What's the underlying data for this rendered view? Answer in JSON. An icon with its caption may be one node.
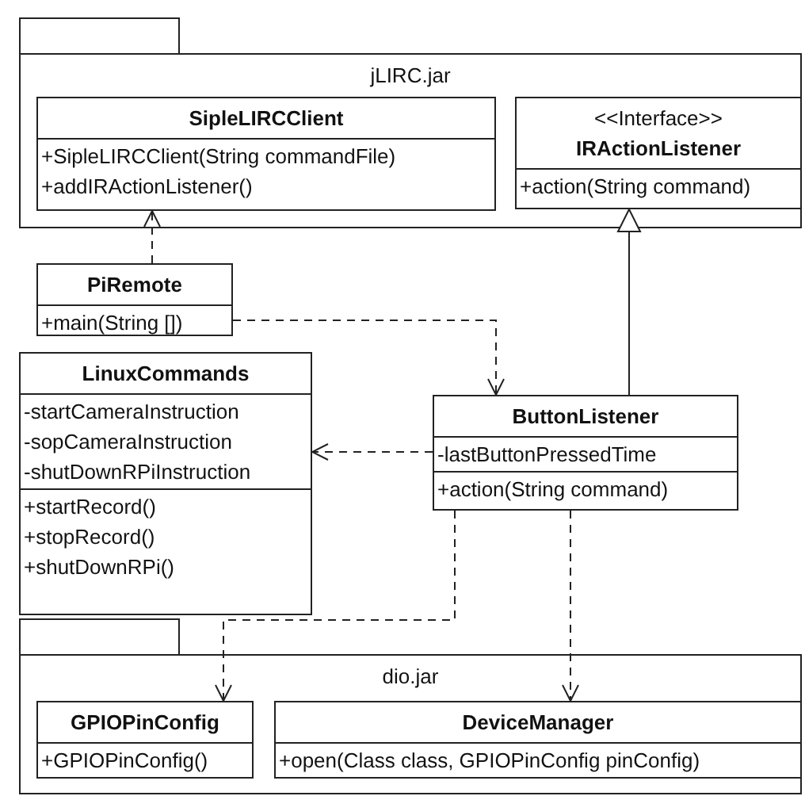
{
  "diagram": {
    "nodes": [
      {
        "text": [
          "jLIRC.jar"
        ]
      },
      {
        "text": [
          "SipleLIRCClient",
          "+SipleLIRCClient(String commandFile)",
          "+addIRActionListener()"
        ],
        "in": 0
      },
      {
        "text": [
          "<<Interface>>",
          "IRActionListener",
          "+action(String command)"
        ],
        "in": 0
      },
      {
        "text": [
          "PiRemote",
          "+main(String [])"
        ]
      },
      {
        "text": [
          "LinuxCommands",
          "-startCameraInstruction",
          "-sopCameraInstruction",
          "-shutDownRPiInstruction",
          "+startRecord()",
          "+stopRecord()",
          "+shutDownRPi()"
        ]
      },
      {
        "text": [
          "ButtonListener",
          "-lastButtonPressedTime",
          "+action(String command)"
        ]
      },
      {
        "text": [
          "dio.jar"
        ]
      },
      {
        "text": [
          "GPIOPinConfig",
          "+GPIOPinConfig()"
        ],
        "in": 6
      },
      {
        "text": [
          "DeviceManager",
          "+open(Class class, GPIOPinConfig pinConfig)"
        ],
        "in": 6
      }
    ],
    "edges": [
      {
        "from": 3,
        "to": 1,
        "arrow": "to",
        "style": "dashed"
      },
      {
        "from": 3,
        "to": 5,
        "arrow": "to",
        "style": "dashed"
      },
      {
        "from": 5,
        "to": 2,
        "arrow": "to"
      },
      {
        "from": 5,
        "to": 4,
        "arrow": "to",
        "style": "dashed"
      },
      {
        "from": 5,
        "to": 7,
        "arrow": "to",
        "style": "dashed"
      },
      {
        "from": 5,
        "to": 8,
        "arrow": "to",
        "style": "dashed"
      }
    ]
  }
}
